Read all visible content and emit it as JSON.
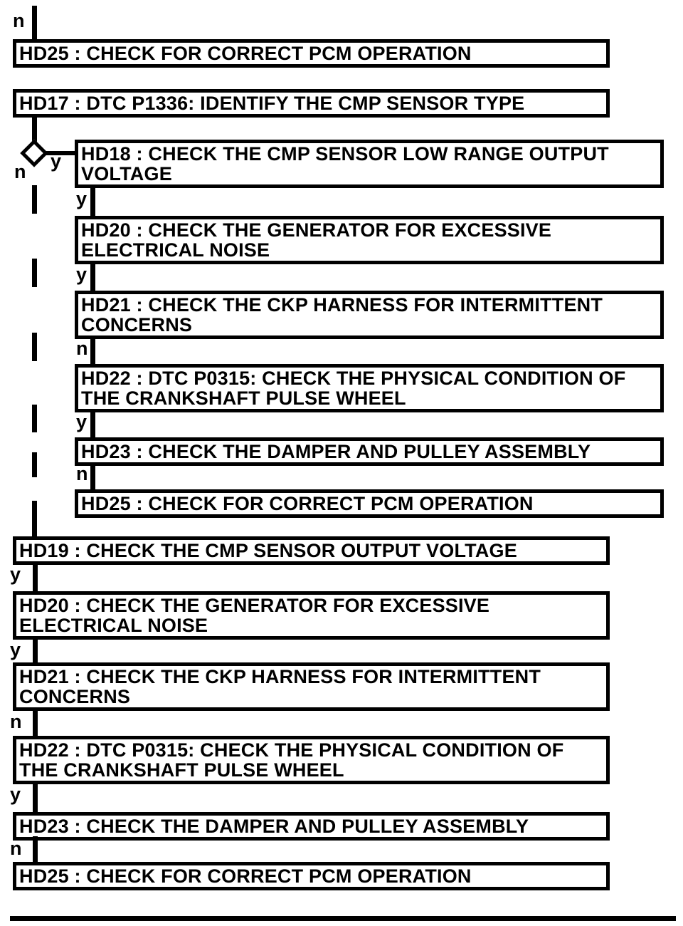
{
  "flowchart": {
    "nodes": {
      "hd25_top": "HD25 : CHECK FOR CORRECT PCM OPERATION",
      "hd17": "HD17 : DTC P1336: IDENTIFY THE CMP SENSOR TYPE",
      "hd18": "HD18 : CHECK THE CMP SENSOR LOW RANGE OUTPUT\nVOLTAGE",
      "hd20_a": "HD20 : CHECK THE GENERATOR FOR EXCESSIVE\nELECTRICAL NOISE",
      "hd21_a": "HD21 : CHECK THE CKP HARNESS FOR INTERMITTENT\nCONCERNS",
      "hd22_a": "HD22 : DTC P0315: CHECK THE PHYSICAL CONDITION OF\nTHE CRANKSHAFT PULSE WHEEL",
      "hd23_a": "HD23 : CHECK THE DAMPER AND PULLEY ASSEMBLY",
      "hd25_a": "HD25 : CHECK FOR CORRECT PCM OPERATION",
      "hd19": "HD19 : CHECK THE CMP SENSOR OUTPUT VOLTAGE",
      "hd20_b": "HD20 : CHECK THE GENERATOR FOR EXCESSIVE\nELECTRICAL NOISE",
      "hd21_b": "HD21 : CHECK THE CKP HARNESS FOR INTERMITTENT\nCONCERNS",
      "hd22_b": "HD22 : DTC P0315: CHECK THE PHYSICAL CONDITION OF\nTHE CRANKSHAFT PULSE WHEEL",
      "hd23_b": "HD23 : CHECK THE DAMPER AND PULLEY ASSEMBLY",
      "hd25_b": "HD25 : CHECK FOR CORRECT PCM OPERATION"
    },
    "branch_labels": {
      "top_n": "n",
      "decision_y": "y",
      "decision_n": "n",
      "a1": "y",
      "a2": "y",
      "a3": "n",
      "a4": "y",
      "a5": "n",
      "b1": "y",
      "b2": "y",
      "b3": "n",
      "b4": "y",
      "b5": "n"
    },
    "colors": {
      "line": "#000000",
      "background": "#ffffff"
    }
  }
}
